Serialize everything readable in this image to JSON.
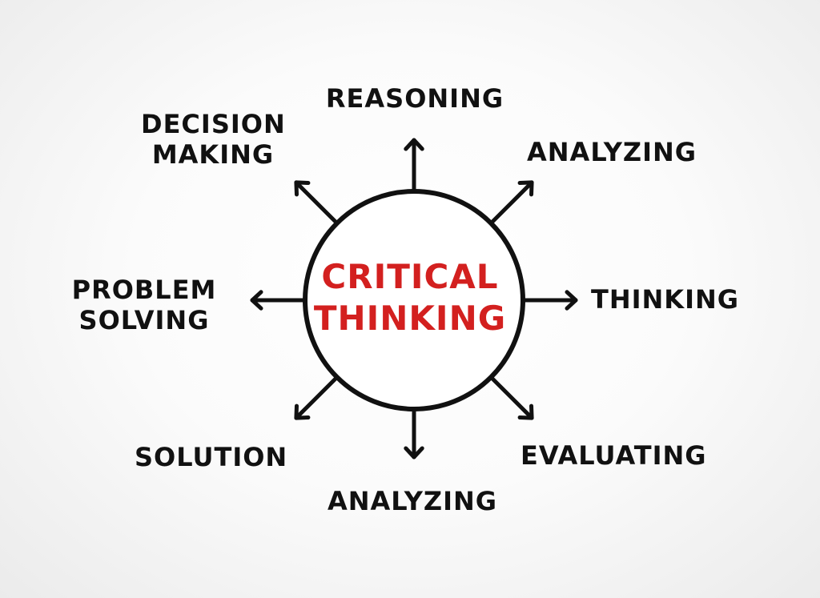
{
  "center": {
    "label": "CRITICAL\nTHINKING"
  },
  "nodes": [
    {
      "key": "reasoning",
      "label": "REASONING"
    },
    {
      "key": "analyzing_top",
      "label": "ANALYZING"
    },
    {
      "key": "thinking",
      "label": "THINKING"
    },
    {
      "key": "evaluating",
      "label": "EVALUATING"
    },
    {
      "key": "analyzing_bottom",
      "label": "ANALYZING"
    },
    {
      "key": "solution",
      "label": "SOLUTION"
    },
    {
      "key": "problem",
      "label": "PROBLEM\nSOLVING"
    },
    {
      "key": "decision",
      "label": "DECISION\nMAKING"
    }
  ],
  "colors": {
    "center_text": "#d3201f",
    "ink": "#111111"
  }
}
